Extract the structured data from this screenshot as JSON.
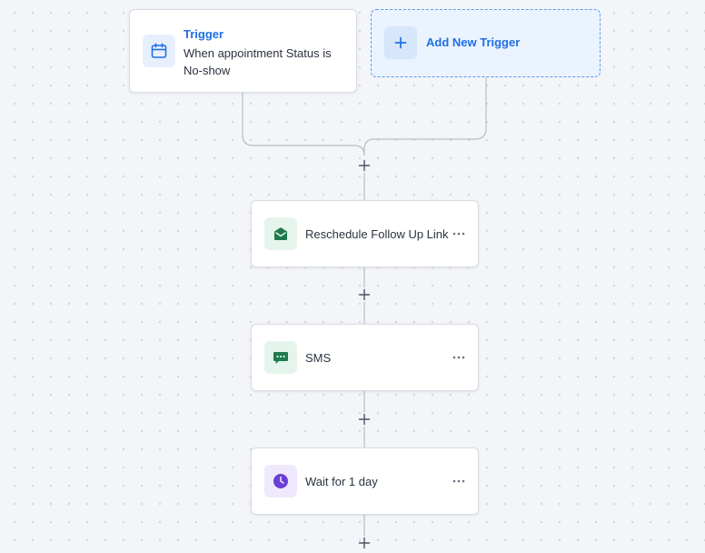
{
  "trigger": {
    "title": "Trigger",
    "description": "When appointment Status is No-show",
    "icon": "calendar-icon"
  },
  "add_trigger": {
    "label": "Add New Trigger",
    "icon": "plus-icon"
  },
  "actions": [
    {
      "label": "Reschedule Follow Up Link",
      "icon": "email-icon",
      "more_icon": "more-horizontal-icon"
    },
    {
      "label": "SMS",
      "icon": "sms-icon",
      "more_icon": "more-horizontal-icon"
    },
    {
      "label": "Wait for 1 day",
      "icon": "clock-icon",
      "more_icon": "more-horizontal-icon"
    }
  ],
  "colors": {
    "accent": "#1f6fe5",
    "green_icon": "#1f7a4d",
    "purple_icon": "#6d3fd6",
    "connector": "#b7bdc6"
  }
}
